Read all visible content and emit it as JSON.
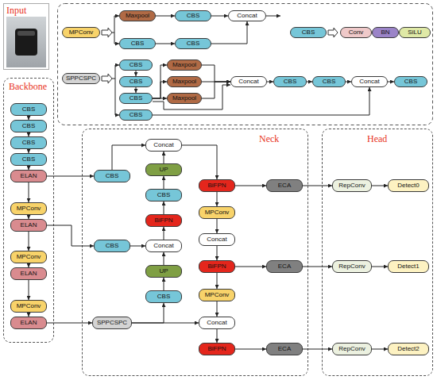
{
  "diagram": {
    "nodes": [
      {
        "text": [
          "Input"
        ]
      },
      {
        "text": [
          "MPConv"
        ]
      },
      {
        "text": [
          "Maxpool"
        ]
      },
      {
        "text": [
          "CBS"
        ]
      },
      {
        "text": [
          "Concat"
        ]
      },
      {
        "text": [
          "CBS"
        ]
      },
      {
        "text": [
          "CBS"
        ]
      },
      {
        "text": [
          "CBS"
        ]
      },
      {
        "text": [
          "Conv"
        ]
      },
      {
        "text": [
          "BN"
        ]
      },
      {
        "text": [
          "SiLU"
        ]
      },
      {
        "text": [
          "SPPCSPC"
        ]
      },
      {
        "text": [
          "CBS"
        ]
      },
      {
        "text": [
          "CBS"
        ]
      },
      {
        "text": [
          "CBS"
        ]
      },
      {
        "text": [
          "CBS"
        ]
      },
      {
        "text": [
          "Maxpool"
        ]
      },
      {
        "text": [
          "Maxpool"
        ]
      },
      {
        "text": [
          "Maxpool"
        ]
      },
      {
        "text": [
          "Concat"
        ]
      },
      {
        "text": [
          "CBS"
        ]
      },
      {
        "text": [
          "CBS"
        ]
      },
      {
        "text": [
          "Concat"
        ]
      },
      {
        "text": [
          "CBS"
        ]
      },
      {
        "text": [
          "Backbone"
        ]
      },
      {
        "text": [
          "CBS"
        ],
        "in": 24
      },
      {
        "text": [
          "CBS"
        ],
        "in": 24
      },
      {
        "text": [
          "CBS"
        ],
        "in": 24
      },
      {
        "text": [
          "CBS"
        ],
        "in": 24
      },
      {
        "text": [
          "ELAN"
        ],
        "in": 24
      },
      {
        "text": [
          "MPConv"
        ],
        "in": 24
      },
      {
        "text": [
          "ELAN"
        ],
        "in": 24
      },
      {
        "text": [
          "MPConv"
        ],
        "in": 24
      },
      {
        "text": [
          "ELAN"
        ],
        "in": 24
      },
      {
        "text": [
          "MPConv"
        ],
        "in": 24
      },
      {
        "text": [
          "ELAN"
        ],
        "in": 24
      },
      {
        "text": [
          "Neck"
        ]
      },
      {
        "text": [
          "CBS"
        ],
        "in": 36
      },
      {
        "text": [
          "Concat"
        ],
        "in": 36
      },
      {
        "text": [
          "UP"
        ],
        "in": 36
      },
      {
        "text": [
          "CBS"
        ],
        "in": 36
      },
      {
        "text": [
          "BiFPN"
        ],
        "in": 36
      },
      {
        "text": [
          "CBS"
        ],
        "in": 36
      },
      {
        "text": [
          "Concat"
        ],
        "in": 36
      },
      {
        "text": [
          "UP"
        ],
        "in": 36
      },
      {
        "text": [
          "CBS"
        ],
        "in": 36
      },
      {
        "text": [
          "SPPCSPC"
        ],
        "in": 36
      },
      {
        "text": [
          "BiFPN"
        ],
        "in": 36
      },
      {
        "text": [
          "MPConv"
        ],
        "in": 36
      },
      {
        "text": [
          "Concat"
        ],
        "in": 36
      },
      {
        "text": [
          "BiFPN"
        ],
        "in": 36
      },
      {
        "text": [
          "MPConv"
        ],
        "in": 36
      },
      {
        "text": [
          "Concat"
        ],
        "in": 36
      },
      {
        "text": [
          "BiFPN"
        ],
        "in": 36
      },
      {
        "text": [
          "ECA"
        ],
        "in": 36
      },
      {
        "text": [
          "ECA"
        ],
        "in": 36
      },
      {
        "text": [
          "ECA"
        ],
        "in": 36
      },
      {
        "text": [
          "Head"
        ]
      },
      {
        "text": [
          "RepConv"
        ],
        "in": 57
      },
      {
        "text": [
          "Detect0"
        ],
        "in": 57
      },
      {
        "text": [
          "RepConv"
        ],
        "in": 57
      },
      {
        "text": [
          "Detect1"
        ],
        "in": 57
      },
      {
        "text": [
          "RepConv"
        ],
        "in": 57
      },
      {
        "text": [
          "Detect2"
        ],
        "in": 57
      }
    ],
    "edges": [
      {
        "from": 2,
        "to": 3,
        "arrow": "to"
      },
      {
        "from": 3,
        "to": 4,
        "arrow": "to"
      },
      {
        "from": 5,
        "to": 6,
        "arrow": "to"
      },
      {
        "from": 6,
        "to": 4,
        "arrow": "to"
      },
      {
        "from": 12,
        "to": 13,
        "arrow": "to"
      },
      {
        "from": 13,
        "to": 14,
        "arrow": "to"
      },
      {
        "from": 14,
        "to": 16,
        "arrow": "to"
      },
      {
        "from": 14,
        "to": 17,
        "arrow": "to"
      },
      {
        "from": 14,
        "to": 18,
        "arrow": "to"
      },
      {
        "from": 14,
        "to": 19,
        "arrow": "to"
      },
      {
        "from": 16,
        "to": 19,
        "arrow": "to"
      },
      {
        "from": 17,
        "to": 19,
        "arrow": "to"
      },
      {
        "from": 18,
        "to": 19,
        "arrow": "to"
      },
      {
        "from": 15,
        "to": 22,
        "arrow": "to"
      },
      {
        "from": 19,
        "to": 20,
        "arrow": "to"
      },
      {
        "from": 20,
        "to": 21,
        "arrow": "to"
      },
      {
        "from": 21,
        "to": 22,
        "arrow": "to"
      },
      {
        "from": 22,
        "to": 23,
        "arrow": "to"
      },
      {
        "from": 25,
        "to": 26,
        "arrow": "to"
      },
      {
        "from": 26,
        "to": 27,
        "arrow": "to"
      },
      {
        "from": 27,
        "to": 28,
        "arrow": "to"
      },
      {
        "from": 28,
        "to": 29,
        "arrow": "to"
      },
      {
        "from": 29,
        "to": 30,
        "arrow": "to"
      },
      {
        "from": 30,
        "to": 31,
        "arrow": "to"
      },
      {
        "from": 31,
        "to": 32,
        "arrow": "to"
      },
      {
        "from": 32,
        "to": 33,
        "arrow": "to"
      },
      {
        "from": 33,
        "to": 34,
        "arrow": "to"
      },
      {
        "from": 34,
        "to": 35,
        "arrow": "to"
      },
      {
        "from": 29,
        "to": 37,
        "arrow": "to"
      },
      {
        "from": 31,
        "to": 42,
        "arrow": "to"
      },
      {
        "from": 35,
        "to": 46,
        "arrow": "to"
      },
      {
        "from": 37,
        "to": 38,
        "arrow": "to"
      },
      {
        "from": 45,
        "to": 44,
        "arrow": "to"
      },
      {
        "from": 44,
        "to": 43,
        "arrow": "to"
      },
      {
        "from": 43,
        "to": 41,
        "arrow": "to"
      },
      {
        "from": 41,
        "to": 40,
        "arrow": "to"
      },
      {
        "from": 40,
        "to": 39,
        "arrow": "to"
      },
      {
        "from": 39,
        "to": 38,
        "arrow": "to"
      },
      {
        "from": 42,
        "to": 43,
        "arrow": "to"
      },
      {
        "from": 46,
        "to": 45,
        "arrow": "to"
      },
      {
        "from": 46,
        "to": 52,
        "arrow": "to"
      },
      {
        "from": 38,
        "to": 47,
        "arrow": "to"
      },
      {
        "from": 47,
        "to": 48,
        "arrow": "to"
      },
      {
        "from": 48,
        "to": 49,
        "arrow": "to"
      },
      {
        "from": 49,
        "to": 50,
        "arrow": "to"
      },
      {
        "from": 50,
        "to": 51,
        "arrow": "to"
      },
      {
        "from": 51,
        "to": 52,
        "arrow": "to"
      },
      {
        "from": 52,
        "to": 53,
        "arrow": "to"
      },
      {
        "from": 47,
        "to": 54,
        "arrow": "to"
      },
      {
        "from": 54,
        "to": 58,
        "arrow": "to"
      },
      {
        "from": 58,
        "to": 59,
        "arrow": "to"
      },
      {
        "from": 50,
        "to": 55,
        "arrow": "to"
      },
      {
        "from": 55,
        "to": 60,
        "arrow": "to"
      },
      {
        "from": 60,
        "to": 61,
        "arrow": "to"
      },
      {
        "from": 53,
        "to": 56,
        "arrow": "to"
      },
      {
        "from": 56,
        "to": 62,
        "arrow": "to"
      },
      {
        "from": 62,
        "to": 63,
        "arrow": "to"
      }
    ]
  }
}
